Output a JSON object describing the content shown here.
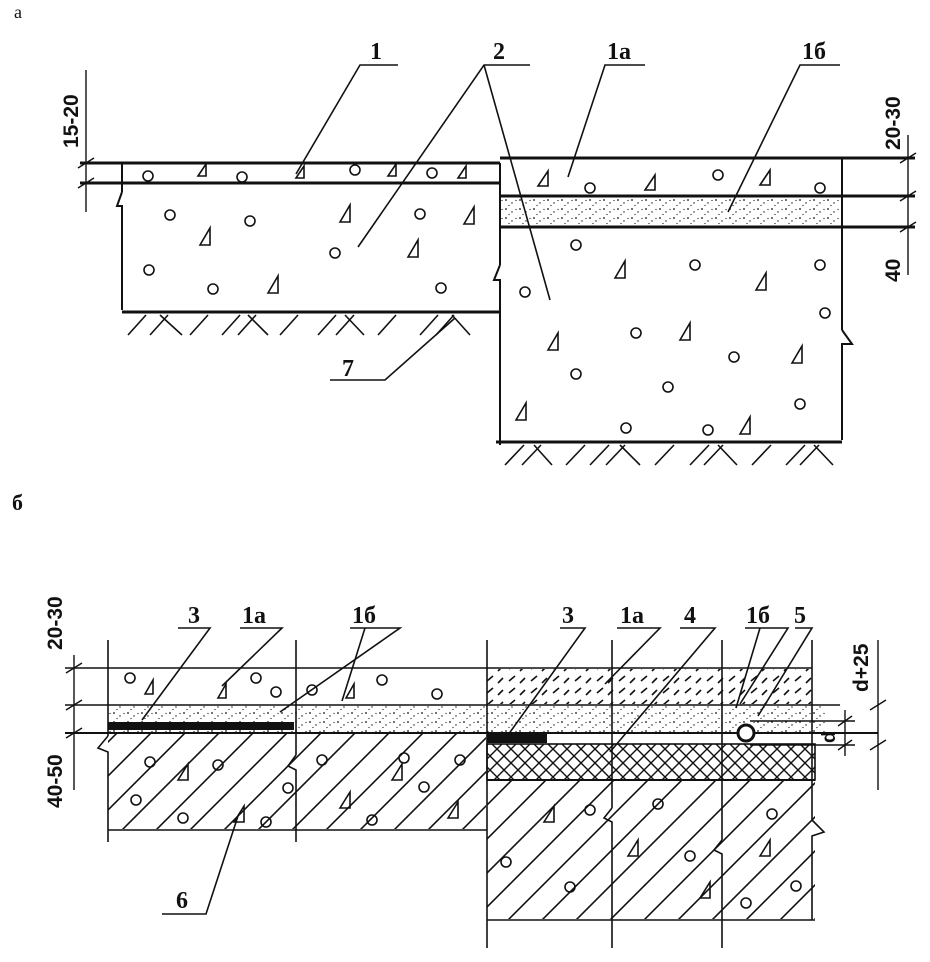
{
  "panel_a": {
    "section_label": "а",
    "labels": {
      "l1": "1",
      "l2": "2",
      "l1a": "1а",
      "l1b": "1б",
      "l7": "7"
    },
    "dimensions": {
      "left_top": "15-20",
      "right_top": "20-30",
      "right_bottom": "40"
    }
  },
  "panel_b": {
    "section_label": "б",
    "labels": {
      "l3_left": "3",
      "l1a_left": "1а",
      "l1b_left": "1б",
      "l3_right": "3",
      "l1a_right": "1а",
      "l4": "4",
      "l1b_right": "1б",
      "l5": "5",
      "l6": "6"
    },
    "dimensions": {
      "left_top": "20-30",
      "left_bottom": "40-50",
      "right_top": "d+25",
      "pipe": "d"
    }
  },
  "colors": {
    "ink": "#111111",
    "background": "#ffffff"
  }
}
